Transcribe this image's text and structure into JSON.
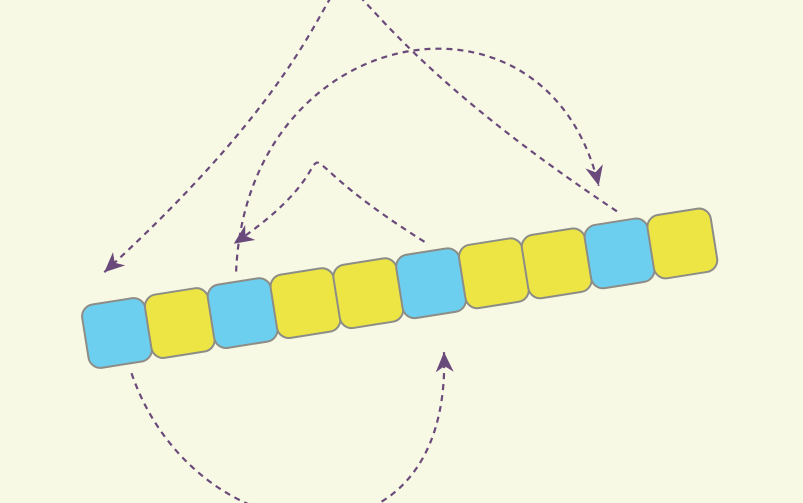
{
  "colors": {
    "background": "#f8f9e4",
    "highlight": "#6dcff0",
    "plain": "#ece544",
    "cell_border": "#8d8d87",
    "arrow": "#6a4a7b"
  },
  "sequence": [
    {
      "index": 0,
      "kind": "highlight"
    },
    {
      "index": 1,
      "kind": "plain"
    },
    {
      "index": 2,
      "kind": "highlight"
    },
    {
      "index": 3,
      "kind": "plain"
    },
    {
      "index": 4,
      "kind": "plain"
    },
    {
      "index": 5,
      "kind": "highlight"
    },
    {
      "index": 6,
      "kind": "plain"
    },
    {
      "index": 7,
      "kind": "plain"
    },
    {
      "index": 8,
      "kind": "highlight"
    },
    {
      "index": 9,
      "kind": "plain"
    }
  ],
  "arrows": [
    {
      "from": 8,
      "to": 0,
      "side": "above",
      "style": "dashed"
    },
    {
      "from": 2,
      "to": 8,
      "side": "above",
      "style": "dashed"
    },
    {
      "from": 5,
      "to": 2,
      "side": "above",
      "style": "dashed"
    },
    {
      "from": 0,
      "to": 5,
      "side": "below",
      "style": "dashed"
    }
  ]
}
